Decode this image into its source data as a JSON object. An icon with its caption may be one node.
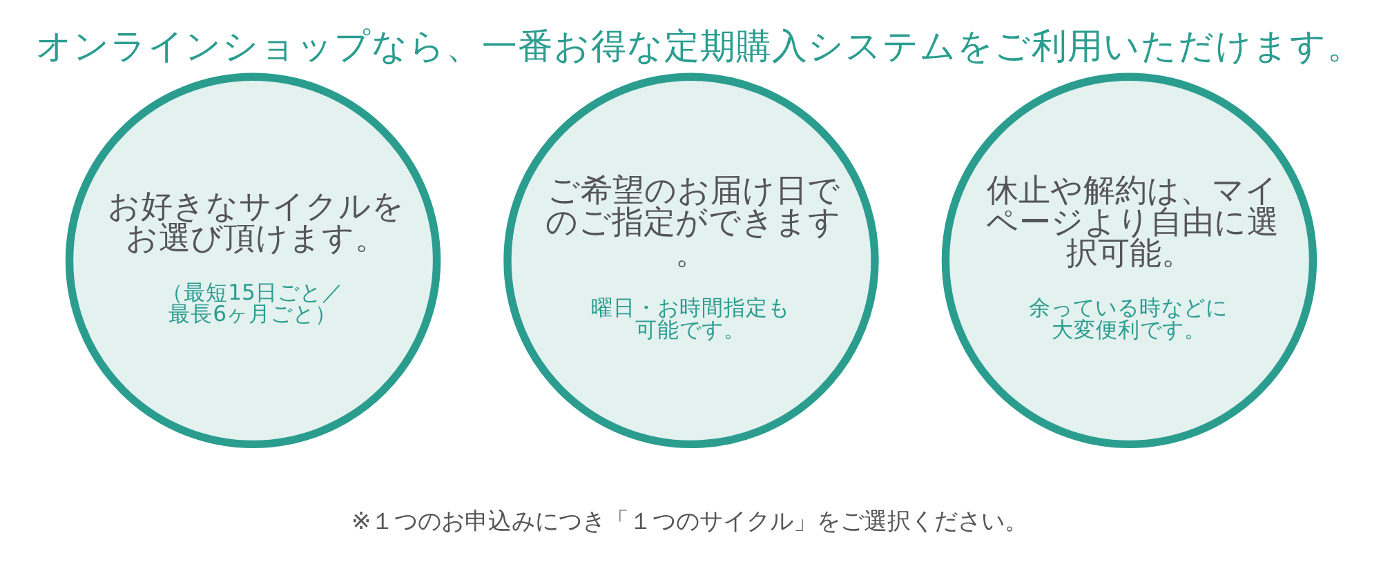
{
  "diagram": {
    "title": "オンラインショップなら、一番お得な定期購入システムをご利用いただけます。",
    "nodes": [
      {
        "text": [
          "お好きなサイクルをお選び頂けます。",
          "（最短15日ごと／最長6ヶ月ごと）"
        ]
      },
      {
        "text": [
          "ご希望のお届け日でのご指定ができます。",
          "曜日・お時間指定も可能です。"
        ]
      },
      {
        "text": [
          "休止や解約は、マイページより自由に選択可能。",
          "余っている時などに大変便利です。"
        ]
      }
    ],
    "edges": [],
    "labels": [
      "※１つのお申込みにつき「１つのサイクル」をご選択ください。"
    ]
  }
}
